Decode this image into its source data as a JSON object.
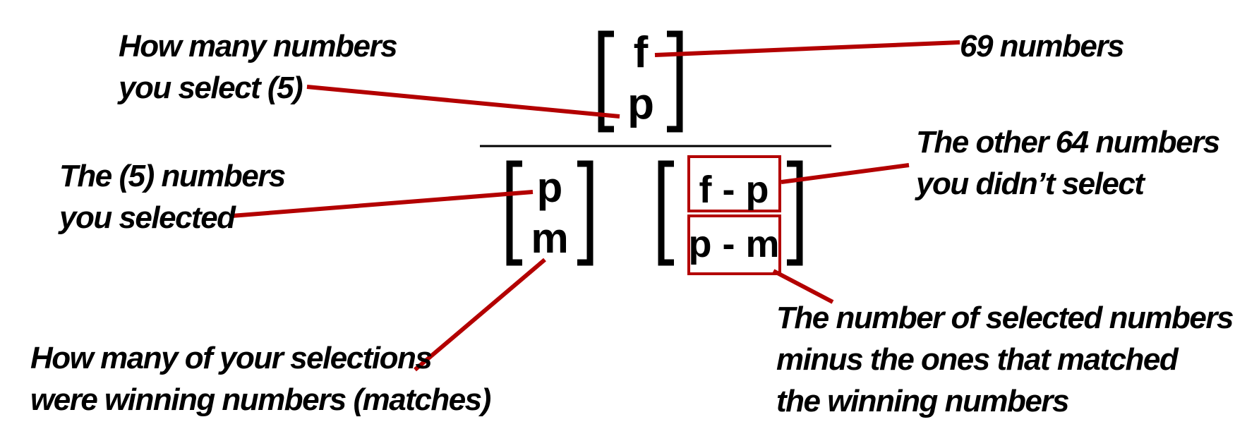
{
  "formula": {
    "top": {
      "upper": "f",
      "lower": "p"
    },
    "left": {
      "upper": "p",
      "lower": "m"
    },
    "right": {
      "upper": "f - p",
      "lower": "p - m"
    }
  },
  "annotations": {
    "top_right": {
      "lines": [
        "69 numbers"
      ]
    },
    "top_left": {
      "lines": [
        "How many numbers",
        "you select (5)"
      ]
    },
    "mid_left": {
      "lines": [
        "The (5) numbers",
        "you selected"
      ]
    },
    "mid_right": {
      "lines": [
        "The other 64 numbers",
        "you didn’t select"
      ]
    },
    "bottom_left": {
      "lines": [
        "How many of your selections",
        "were winning numbers (matches)"
      ]
    },
    "bottom_right": {
      "lines": [
        "The number of selected numbers",
        "minus the ones that matched",
        "the winning numbers"
      ]
    }
  },
  "colors": {
    "accent": "#b30000",
    "ink": "#000000",
    "background": "#ffffff"
  }
}
